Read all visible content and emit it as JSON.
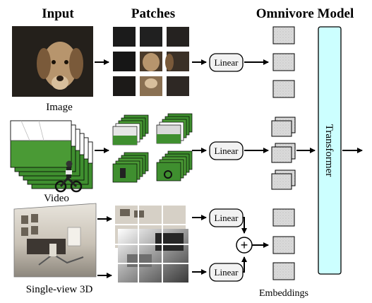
{
  "headers": {
    "input": "Input",
    "patches": "Patches",
    "model": "Omnivore Model"
  },
  "labels": {
    "image": "Image",
    "video": "Video",
    "single_view_3d": "Single-view 3D",
    "embeddings": "Embeddings"
  },
  "blocks": {
    "linear": "Linear",
    "transformer": "Transformer",
    "plus": "+"
  },
  "colors": {
    "transformer_fill": "#ccffff",
    "linear_fill": "#f2f2f2",
    "embedding_fill": "#d9d9d9",
    "stroke": "#000000",
    "grass": "#3f8f2f",
    "wall": "#cfcac0"
  }
}
